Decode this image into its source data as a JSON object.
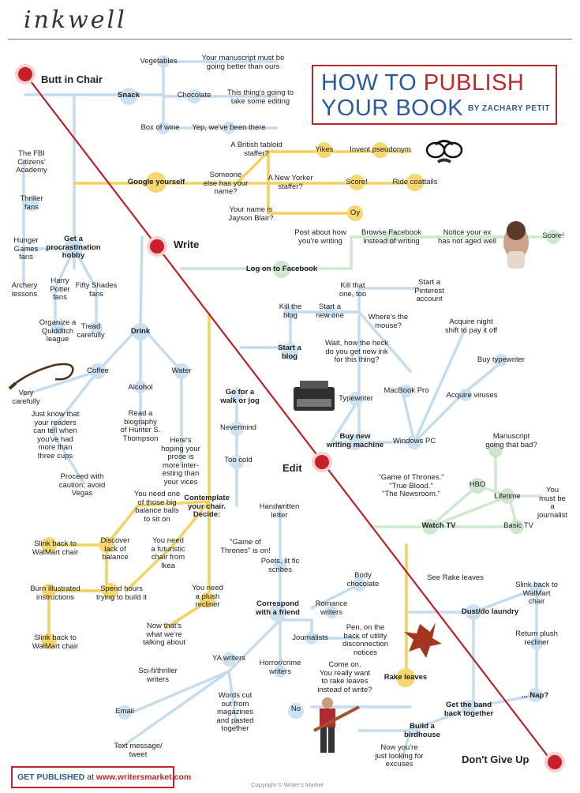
{
  "brand": "inkwell",
  "title": {
    "line1_a": "HOW TO ",
    "line1_b": "PUBLISH",
    "line2": "YOUR BOOK",
    "byline": "BY ZACHARY PETIT"
  },
  "footer": {
    "prefix": "GET PUBLISHED",
    "at": "at",
    "url": "www.writersmarket.com"
  },
  "copyright": "Copyright © Writer's Market",
  "colors": {
    "main_line": "#b8232a",
    "blue_line": "#c5dcef",
    "yellow_line": "#f3d160",
    "green_line": "#cfe8cf",
    "title_red": "#c0272d",
    "title_blue": "#2a5a9c"
  },
  "main_steps": [
    "Butt in Chair",
    "Write",
    "Edit",
    "Don't Give Up"
  ],
  "nodes": {
    "vegetables": "Vegetables",
    "manuscript_better": "Your manuscript must be\ngoing better than ours",
    "snack": "Snack",
    "chocolate": "Chocolate",
    "editing": "This thing's going to\ntake some editing",
    "box_wine": "Box of wine",
    "been_there": "Yep, we've been there",
    "fbi": "The FBI\nCitizens'\nAcademy",
    "tabloid": "A British tabloid\nstaffer?",
    "yikes": "Yikes",
    "pseudonym": "Invent pseudonym",
    "google": "Google yourself",
    "someone": "Someone\nelse has your\nname?",
    "new_yorker": "A New Yorker\nstaffer?",
    "score1": "Score!",
    "coattails": "Ride coattails",
    "thriller": "Thriller\nfans",
    "jayson": "Your name is\nJayson Blair?",
    "oy": "Oy",
    "post_fb": "Post about how\nyou're writing",
    "browse_fb": "Browse Facebook\ninstead of writing",
    "ex": "Notice your ex\nhas not aged well",
    "score2": "Score!",
    "hunger": "Hunger\nGames\nfans",
    "procrast": "Get a\nprocrastination\nhobby",
    "log_fb": "Log on to Facebook",
    "archery": "Archery\nlessons",
    "potter": "Harry\nPotter\nfans",
    "fifty": "Fifty Shades\nfans",
    "kill_one": "Kill that\none, too",
    "pinterest": "Start a\nPinterest\naccount",
    "kill_blog": "Kill the\nblog",
    "new_one": "Start a\nnew one",
    "mouse": "Where's the\nmouse?",
    "night_shift": "Acquire night\nshift to pay it off",
    "quidditch": "Organize a\nQuidditch\nleague",
    "tread": "Tread\ncarefully",
    "drink": "Drink",
    "start_blog": "Start a\nblog",
    "new_ink": "Wait, how the heck\ndo you get new ink\nfor this thing?",
    "buy_type": "Buy typewriter",
    "very_careful": "Very\ncarefully",
    "coffee": "Coffee",
    "water": "Water",
    "walk": "Go for a\nwalk or jog",
    "typewriter": "Typewriter",
    "macbook": "MacBook Pro",
    "viruses": "Acquire viruses",
    "alcohol": "Alcohol",
    "readers": "Just know that\nyour readers\ncan tell when\nyou've had\nmore than\nthree cups",
    "biography": "Read a\nbiography\nof Hunter S.\nThompson",
    "nevermind": "Nevermind",
    "buy_machine": "Buy new\nwriting machine",
    "windows": "Windows PC",
    "bad_ms": "Manuscript\ngoing that bad?",
    "prose": "Here's\nhoping your\nprose is\nmore inter-\nesting than\nyour vices",
    "too_cold": "Too cold",
    "caution": "Proceed with\ncaution; avoid\nVegas",
    "shows": "\"Game of Thrones.\"\n\"True Blood.\"\n\"The Newsroom.\"",
    "hbo": "HBO",
    "journalist": "You must be\na journalist",
    "balls": "You need one\nof those big\nbalance balls\nto sit on",
    "contemplate": "Contemplate\nyour chair.\nDecide:",
    "handwritten": "Handwritten\nletter",
    "lifetime": "Lifetime",
    "slink1": "Slink back to\nWalMart chair",
    "discover": "Discover\nlack of\nbalance",
    "futuristic": "You need\na futuristic\nchair from\nIkea",
    "got_on": "\"Game of\nThrones\" is on!",
    "watch_tv": "Watch TV",
    "basic_tv": "Basic TV",
    "poets": "Poets, lit fic\nscribes",
    "body_choc": "Body\nchocolate",
    "see_rake": "See Rake leaves",
    "slink_right": "Slink back to\nWalMart chair",
    "burn": "Burn illustrated\ninstructions",
    "spend": "Spend hours\ntrying to build it",
    "plush": "You need\na plush\nrecliner",
    "correspond": "Correspond\nwith a friend",
    "romance": "Romance\nwriters",
    "dust": "Dust/do laundry",
    "return_plush": "Return plush\nrecliner",
    "what_talking": "Now that's\nwhat we're\ntalking about",
    "journalists": "Journalists",
    "pen": "Pen, on the\nback of utility\ndisconnection\nnotices",
    "slink2": "Slink back to\nWalMart chair",
    "ya": "YA writers",
    "horror": "Horror/crime\nwriters",
    "come_on": "Come on.\nYou really want\nto rake leaves\ninstead of write?",
    "rake": "Rake leaves",
    "scifi": "Sci-fi/thriller\nwriters",
    "nap": "... Nap?",
    "words_cut": "Words cut\nout from\nmagazines\nand pasted\ntogether",
    "no": "No",
    "band": "Get the band\nback together",
    "email": "Email",
    "birdhouse": "Build a\nbirdhouse",
    "text_tweet": "Text message/\ntweet",
    "excuses": "Now you're\njust looking for\nexcuses"
  }
}
